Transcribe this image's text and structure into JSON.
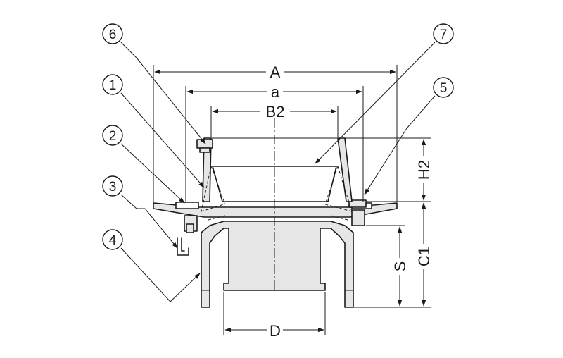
{
  "balloons": {
    "b1": "1",
    "b2": "2",
    "b3": "3",
    "b4": "4",
    "b5": "5",
    "b6": "6",
    "b7": "7"
  },
  "dimensions": {
    "A": "A",
    "a": "a",
    "B2": "B2",
    "H2": "H2",
    "S": "S",
    "C1": "C1",
    "D": "D"
  }
}
